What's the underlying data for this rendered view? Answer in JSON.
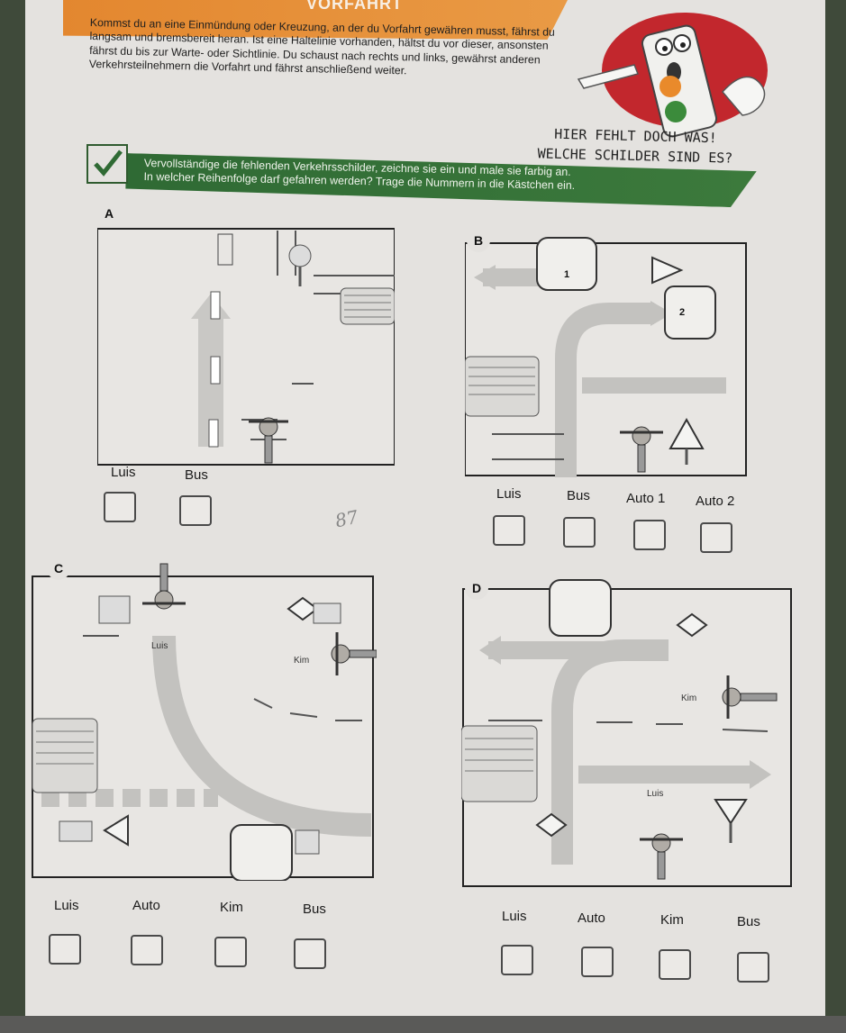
{
  "header": {
    "banner_title": "VORFAHRT",
    "intro_text": "Kommst du an eine Einmündung oder Kreuzung, an der du Vorfahrt gewähren musst, fährst du langsam und bremsbereit heran. Ist eine Haltelinie vorhanden, hältst du vor dieser, ansonsten fährst du bis zur Warte- oder Sichtlinie. Du schaust nach rechts und links, gewährst anderen Verkehrsteilnehmern die Vorfahrt und fährst anschließend weiter."
  },
  "bubble": {
    "line1": "HIER FEHLT DOCH WAS!",
    "line2": "WELCHE SCHILDER SIND ES?"
  },
  "task": {
    "line1": "Vervollständige die fehlenden Verkehrsschilder, zeichne sie ein und male sie farbig an.",
    "line2": "In welcher Reihenfolge darf gefahren werden? Trage die Nummern in die Kästchen ein."
  },
  "scribble": "87",
  "panels": {
    "a": {
      "letter": "A",
      "labels": [
        "Luis",
        "Bus"
      ]
    },
    "b": {
      "letter": "B",
      "labels": [
        "Luis",
        "Bus",
        "Auto 1",
        "Auto 2"
      ],
      "car_numbers": [
        "1",
        "2"
      ]
    },
    "c": {
      "letter": "C",
      "labels": [
        "Luis",
        "Auto",
        "Kim",
        "Bus"
      ],
      "map_labels": [
        "Luis",
        "Kim"
      ]
    },
    "d": {
      "letter": "D",
      "labels": [
        "Luis",
        "Auto",
        "Kim",
        "Bus"
      ],
      "map_labels": [
        "Kim",
        "Luis"
      ]
    }
  },
  "colors": {
    "banner": "#e3872f",
    "task_strip": "#2f6a34",
    "mascot_red": "#c2272d",
    "arrow_gray": "#b7b7b7"
  }
}
